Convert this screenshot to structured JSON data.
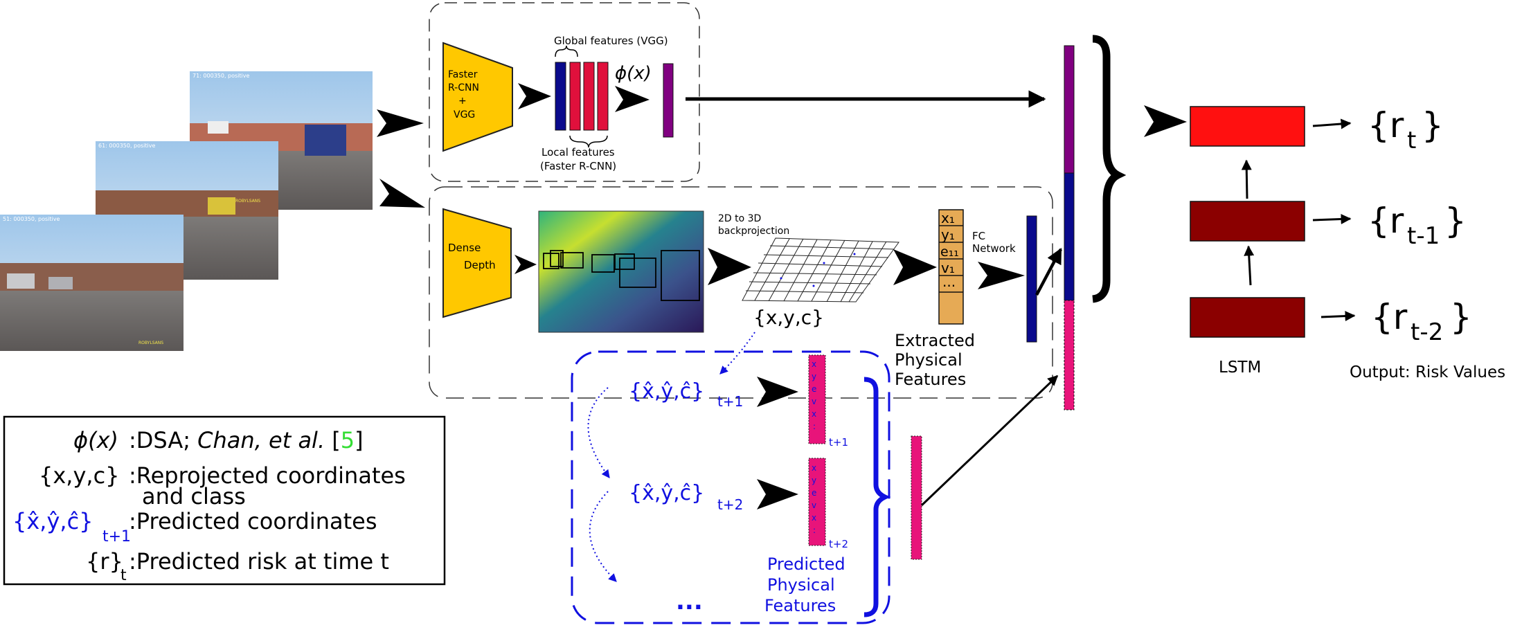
{
  "top_branch": {
    "encoder_label": [
      "Faster",
      "R-CNN",
      "+",
      "VGG"
    ],
    "global_features": "Global features (VGG)",
    "local_features": [
      "Local features",
      "(Faster R-CNN)"
    ],
    "phi": "ϕ(x)"
  },
  "middle_branch": {
    "encoder_label": [
      "Dense",
      "Depth"
    ],
    "backprojection": [
      "2D to 3D",
      "backprojection"
    ],
    "coords": "{x,y,c}",
    "feature_cells": [
      "x₁",
      "y₁",
      "e₁₁",
      "v₁",
      "..."
    ],
    "fc_network": [
      "FC",
      "Network"
    ],
    "extracted": [
      "Extracted",
      "Physical",
      "Features"
    ]
  },
  "frames": {
    "labels": [
      "71: 000350, positive",
      "61: 000350, positive",
      "51: 000350, positive"
    ],
    "sign_text": "ROBYLSANS"
  },
  "prediction": {
    "coord_label": "{x̂,ŷ,ĉ}",
    "sub_t1": "t+1",
    "sub_t2": "t+2",
    "dots": "...",
    "pred_label": [
      "Predicted",
      "Physical",
      "Features"
    ]
  },
  "lstm": {
    "label": "LSTM",
    "outputs": [
      {
        "base": "{r",
        "sub": "t",
        "close": "}"
      },
      {
        "base": "{r",
        "sub": "t-1",
        "close": "}"
      },
      {
        "base": "{r",
        "sub": "t-2",
        "close": "}"
      }
    ],
    "output_caption": "Output: Risk Values"
  },
  "legend": {
    "rows": [
      {
        "key": "ϕ(x)",
        "text_pre": ":DSA; ",
        "text_italic": "Chan, et al.",
        "text_post": " [",
        "ref": "5",
        "ref_close": "]"
      },
      {
        "key": "{x,y,c}",
        "text": ":Reprojected coordinates",
        "text2": "and class"
      },
      {
        "key": "{x̂,ŷ,ĉ}",
        "key_sub": "t+1",
        "text": ":Predicted coordinates"
      },
      {
        "key": "{r}",
        "key_sub": "t",
        "text": ":Predicted risk at time t"
      }
    ]
  },
  "colors": {
    "encoder": "#ffc800",
    "navy": "#0a0a8c",
    "crimson": "#e0103c",
    "purple": "#800080",
    "magenta": "#e8147a",
    "lstm_top": "#ff1010",
    "lstm_dark": "#8b0000",
    "pred_blue": "#1010e0",
    "ref_green": "#33dd33"
  }
}
